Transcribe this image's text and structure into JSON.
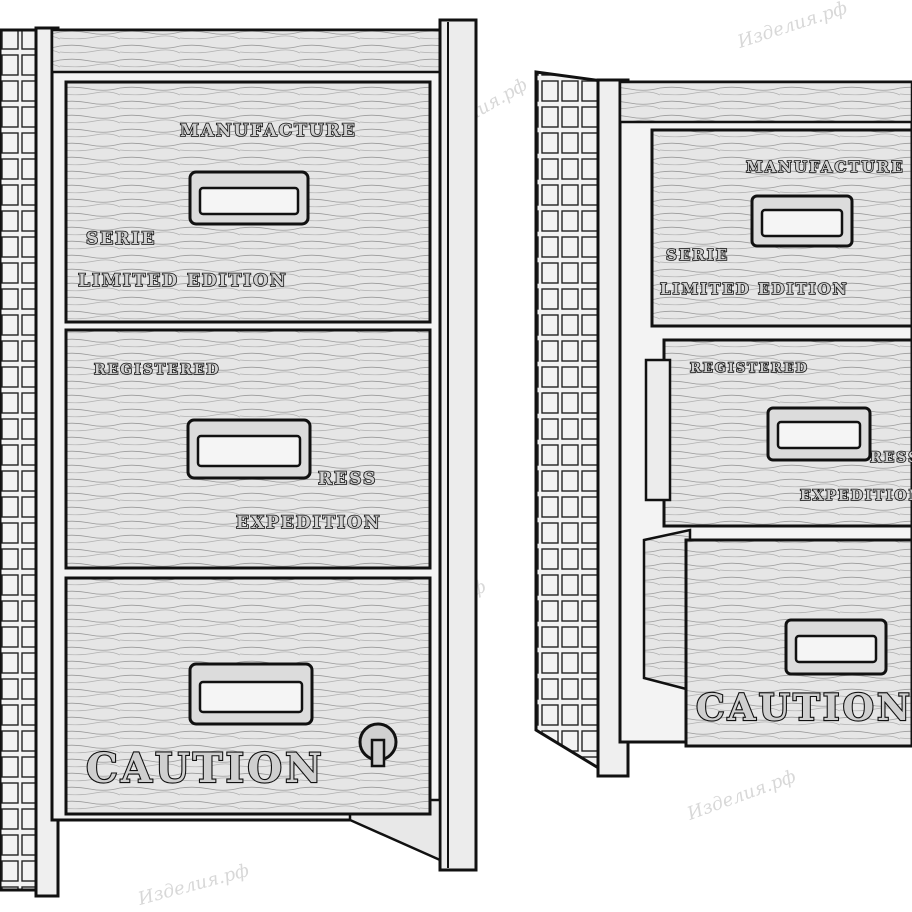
{
  "image": {
    "subject": "Sketch-style drawings of a three-drawer chest with stencilled lettering",
    "palette": {
      "ink": "#111111",
      "paper": "#ffffff",
      "shade": "#cfcfcf"
    }
  },
  "left_cabinet": {
    "drawer1": {
      "line1": "MANUFACTURE",
      "line2": "SERIE",
      "line3": "LIMITED EDITION"
    },
    "drawer2": {
      "line1": "REGISTERED",
      "line2": "RESS",
      "line3": "EXPEDITION"
    },
    "drawer3": {
      "line1": "CAUTION"
    }
  },
  "right_cabinet": {
    "drawer1": {
      "line1": "MANUFACTURE",
      "line2": "SERIE",
      "line3": "LIMITED EDITION"
    },
    "drawer2": {
      "line1": "REGISTERED",
      "line2": "RESS",
      "line3": "EXPEDITION"
    },
    "drawer3": {
      "line1": "CAUTION"
    }
  },
  "watermark": {
    "text": "Изделия.рф"
  }
}
